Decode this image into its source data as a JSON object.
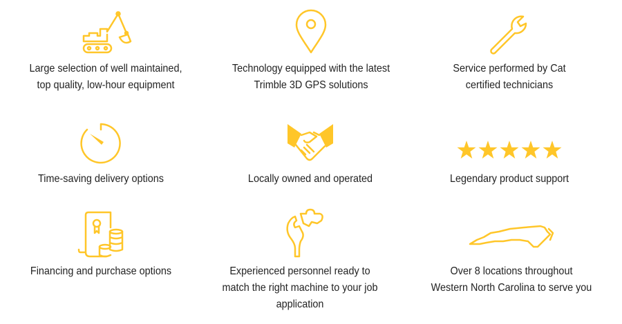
{
  "accent_color": "#FFC629",
  "features": [
    {
      "icon": "excavator-icon",
      "lines": [
        "Large selection of well maintained,",
        "top quality, low-hour equipment"
      ]
    },
    {
      "icon": "map-pin-icon",
      "lines": [
        "Technology equipped with the latest",
        "Trimble 3D GPS solutions"
      ]
    },
    {
      "icon": "wrench-icon",
      "lines": [
        "Service performed by Cat",
        "certified technicians"
      ]
    },
    {
      "icon": "stopwatch-icon",
      "lines": [
        "Time-saving delivery options"
      ]
    },
    {
      "icon": "handshake-icon",
      "lines": [
        "Locally owned and operated"
      ]
    },
    {
      "icon": "five-stars-icon",
      "lines": [
        "Legendary product support"
      ]
    },
    {
      "icon": "certificate-coins-icon",
      "lines": [
        "Financing and purchase options"
      ]
    },
    {
      "icon": "lightbulb-puzzle-icon",
      "lines": [
        "Experienced personnel ready to",
        "match the right machine to your job",
        "application"
      ]
    },
    {
      "icon": "north-carolina-map-icon",
      "lines": [
        "Over 8 locations throughout",
        "Western North Carolina to serve you"
      ]
    }
  ]
}
